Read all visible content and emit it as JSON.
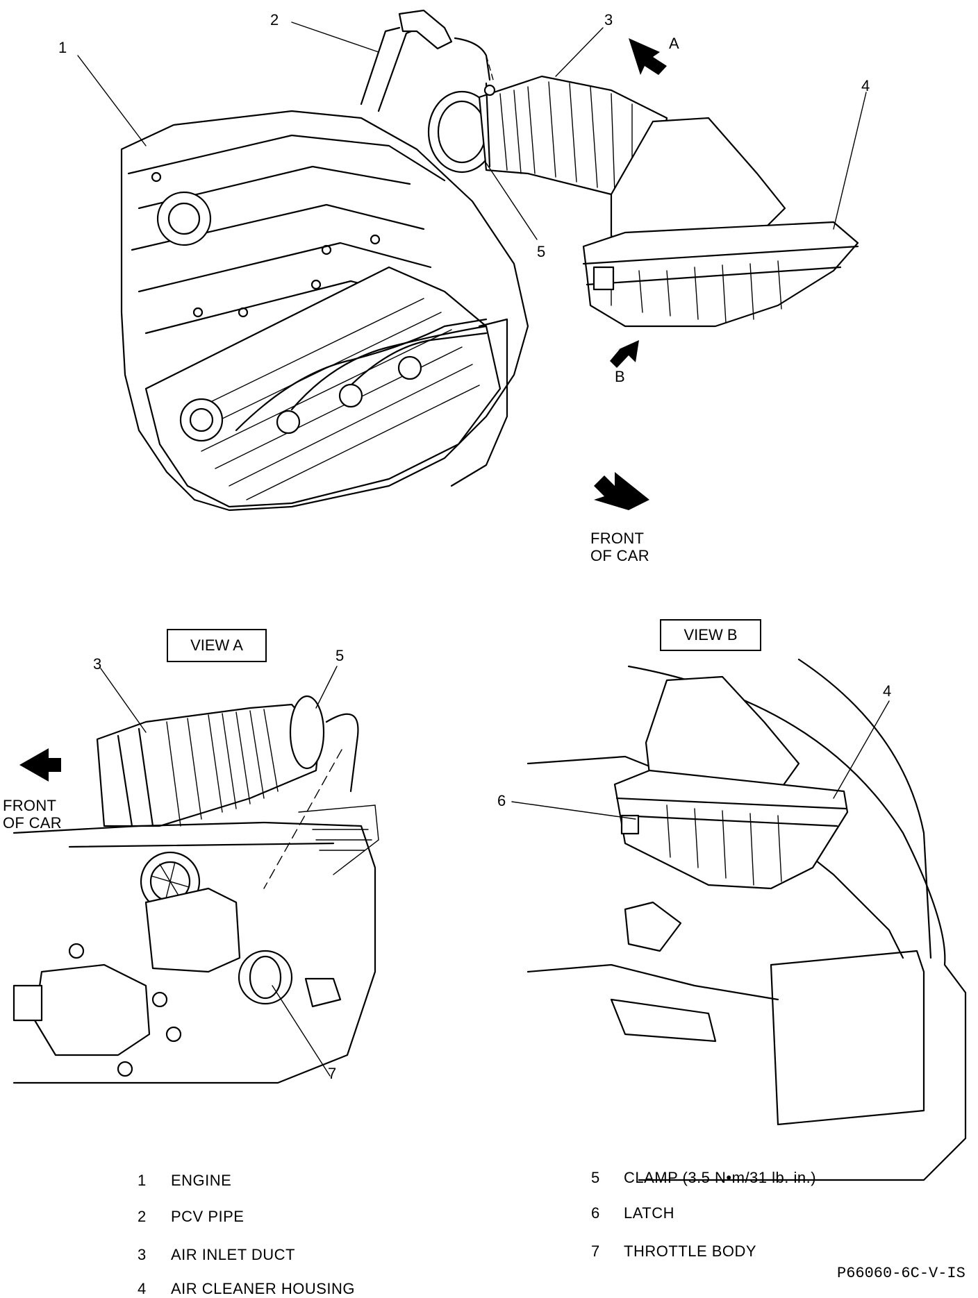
{
  "callouts": {
    "top_1": "1",
    "top_2": "2",
    "top_3": "3",
    "top_4": "4",
    "top_5": "5",
    "view_a_3": "3",
    "view_a_5": "5",
    "view_a_7": "7",
    "view_b_4": "4",
    "view_b_6": "6"
  },
  "arrows": {
    "a_label": "A",
    "b_label": "B"
  },
  "front_of_car_top": "FRONT\nOF CAR",
  "front_of_car_left": "FRONT\nOF CAR",
  "view_a_title": "VIEW A",
  "view_b_title": "VIEW B",
  "legend": [
    {
      "number": "1",
      "label": "ENGINE"
    },
    {
      "number": "2",
      "label": "PCV PIPE"
    },
    {
      "number": "3",
      "label": "AIR INLET DUCT"
    },
    {
      "number": "4",
      "label": "AIR CLEANER HOUSING"
    },
    {
      "number": "5",
      "label": "CLAMP (3.5 N•m/31 lb. in.)"
    },
    {
      "number": "6",
      "label": "LATCH"
    },
    {
      "number": "7",
      "label": "THROTTLE  BODY"
    }
  ],
  "figure_id": "P66060-6C-V-IS"
}
